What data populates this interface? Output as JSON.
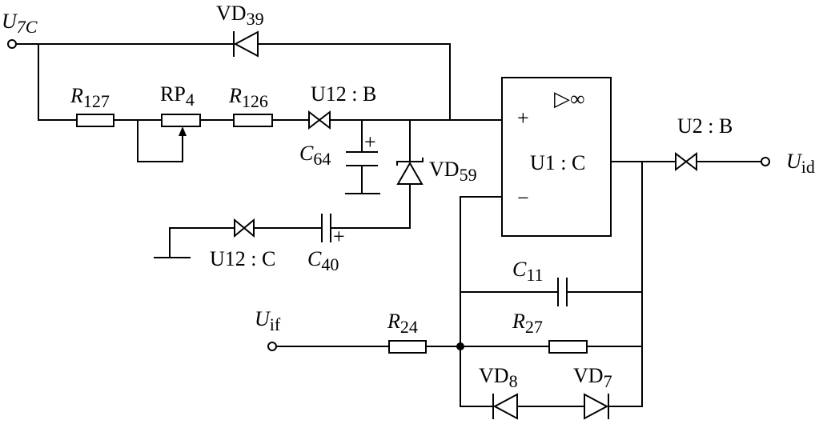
{
  "labels": {
    "u7c": {
      "main": "U",
      "sub": "7C"
    },
    "vd39": {
      "main": "VD",
      "sub": "39"
    },
    "r127": {
      "main": "R",
      "sub": "127"
    },
    "rp4": {
      "main": "RP",
      "sub": "4"
    },
    "r126": {
      "main": "R",
      "sub": "126"
    },
    "u12b": "U12 : B",
    "c64": {
      "main": "C",
      "sub": "64"
    },
    "vd59": {
      "main": "VD",
      "sub": "59"
    },
    "u12c": "U12 : C",
    "c40": {
      "main": "C",
      "sub": "40"
    },
    "u1c": "U1 : C",
    "amp_symbol": "▷∞",
    "plus": "+",
    "minus": "−",
    "u2b": "U2 : B",
    "uid": {
      "main": "U",
      "sub": "id"
    },
    "c11": {
      "main": "C",
      "sub": "11"
    },
    "uif": {
      "main": "U",
      "sub": "if"
    },
    "r24": {
      "main": "R",
      "sub": "24"
    },
    "r27": {
      "main": "R",
      "sub": "27"
    },
    "vd8": {
      "main": "VD",
      "sub": "8"
    },
    "vd7": {
      "main": "VD",
      "sub": "7"
    },
    "cap_plus": "+"
  }
}
